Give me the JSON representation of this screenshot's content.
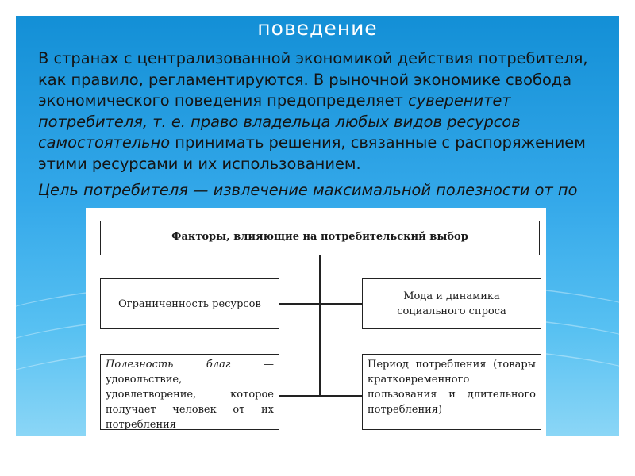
{
  "slide": {
    "title": "поведение",
    "paragraph1": {
      "part1": "В странах с централизованной экономикой действия потребителя, как правило, регламентируются. В рыночной экономике свобода экономического поведения предопределяет ",
      "italic": "суверенитет потребителя, т. е. право владельца любых видов ресурсов самостоятельно",
      "part2": " принимать решения, связанные с распоряжением этими ресурсами и их использованием."
    },
    "paragraph2": "Цель потребителя — извлечение максимальной полезности от по"
  },
  "diagram": {
    "top": "Факторы, влияющие на потребительский выбор",
    "resources": "Ограниченность ресурсов",
    "mode_line1": "Мода и динамика",
    "mode_line2": "социального спроса",
    "utility_italic": "Полезность благ",
    "utility_rest": " — удовольствие, удовлетворение, которое получает человек от их потребления",
    "period": "Период потребления (товары кратковременного пользования и длительного потребления)"
  }
}
